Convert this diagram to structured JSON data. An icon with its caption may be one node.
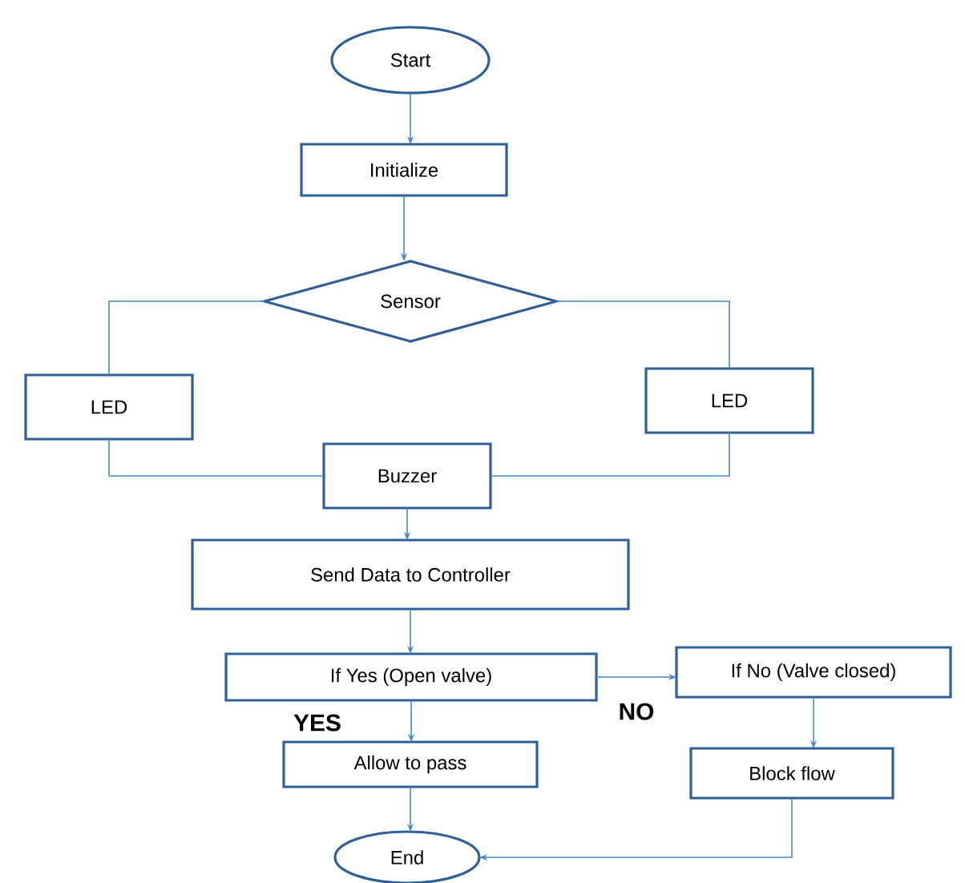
{
  "diagram": {
    "nodes": [
      {
        "text": [
          "Start"
        ]
      },
      {
        "text": [
          "Initialize"
        ]
      },
      {
        "text": [
          "Sensor"
        ]
      },
      {
        "text": [
          "LED"
        ]
      },
      {
        "text": [
          "LED"
        ]
      },
      {
        "text": [
          "Buzzer"
        ]
      },
      {
        "text": [
          "Send Data to Controller"
        ]
      },
      {
        "text": [
          "If Yes (Open valve)"
        ]
      },
      {
        "text": [
          "If No (Valve closed)"
        ]
      },
      {
        "text": [
          "Allow to pass"
        ]
      },
      {
        "text": [
          "Block flow"
        ]
      },
      {
        "text": [
          "End"
        ]
      }
    ],
    "edges": [
      {
        "from": 0,
        "to": 1,
        "arrow": "to"
      },
      {
        "from": 1,
        "to": 2,
        "arrow": "to"
      },
      {
        "from": 2,
        "to": 3,
        "arrow": "none"
      },
      {
        "from": 2,
        "to": 4,
        "arrow": "none"
      },
      {
        "from": 3,
        "to": 5,
        "arrow": "none"
      },
      {
        "from": 4,
        "to": 5,
        "arrow": "none"
      },
      {
        "from": 5,
        "to": 6,
        "arrow": "to"
      },
      {
        "from": 6,
        "to": 7,
        "arrow": "to"
      },
      {
        "from": 7,
        "to": 8,
        "arrow": "to",
        "label": "NO"
      },
      {
        "from": 7,
        "to": 9,
        "arrow": "to",
        "label": "YES"
      },
      {
        "from": 8,
        "to": 10,
        "arrow": "to"
      },
      {
        "from": 9,
        "to": 11,
        "arrow": "to"
      },
      {
        "from": 10,
        "to": 11,
        "arrow": "to"
      }
    ]
  }
}
